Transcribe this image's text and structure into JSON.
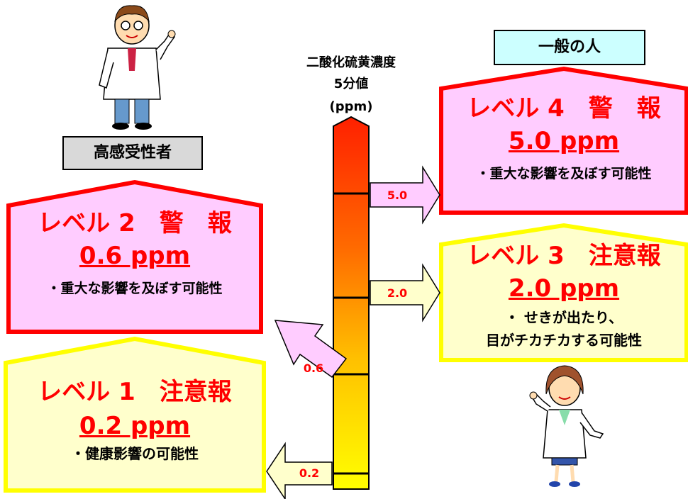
{
  "scale": {
    "title_line1": "二酸化硫黄濃度",
    "title_line2": "5分値",
    "title_line3": "(ppm)"
  },
  "groups": {
    "sensitive": "高感受性者",
    "general": "一般の人"
  },
  "levels": [
    {
      "level": "レベル 1　注意報",
      "ppm": "0.2 ppm",
      "desc": "・健康影響の可能性",
      "arrow_label": "0.2"
    },
    {
      "level": "レベル 2　警　報",
      "ppm": "0.6 ppm",
      "desc": "・重大な影響を及ぼす可能性",
      "arrow_label": "0.6"
    },
    {
      "level": "レベル 3　注意報",
      "ppm": "2.0 ppm",
      "desc_line1": "・ せきが出たり、",
      "desc_line2": "目がチカチカする可能性",
      "arrow_label": "2.0"
    },
    {
      "level": "レベル 4　警　報",
      "ppm": "5.0 ppm",
      "desc": "・重大な影響を及ぼす可能性",
      "arrow_label": "5.0"
    }
  ],
  "colors": {
    "pink_fill": "#ffccff",
    "yellow_fill": "#ffffcc",
    "red_border": "#ff0000",
    "yellow_border": "#ffff00",
    "tag_gray": "#d9d9d9",
    "tag_cyan": "#ccffff"
  },
  "icons": [
    "male-doctor-icon",
    "female-doctor-icon"
  ]
}
